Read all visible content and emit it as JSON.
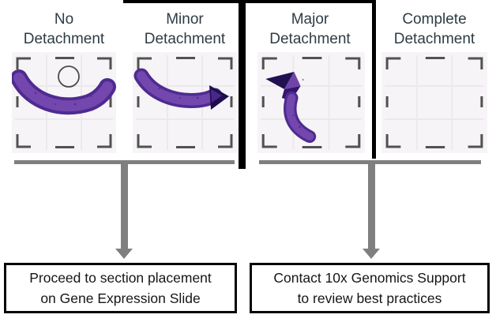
{
  "figure": {
    "type": "tissue-detachment-decision-diagram",
    "categories": [
      {
        "label_line1": "No",
        "label_line2": "Detachment",
        "slide_illustration": "intact-tissue-section-with-annotation-circle"
      },
      {
        "label_line1": "Minor",
        "label_line2": "Detachment",
        "slide_illustration": "tissue-section-with-folded-edge"
      },
      {
        "label_line1": "Major",
        "label_line2": "Detachment",
        "slide_illustration": "crumpled-partially-detached-tissue-section"
      },
      {
        "label_line1": "Complete",
        "label_line2": "Detachment",
        "slide_illustration": "empty-capture-area-no-tissue"
      }
    ],
    "outcomes": [
      {
        "line1": "Proceed to section placement",
        "line2": "on Gene Expression Slide"
      },
      {
        "line1": "Contact 10x Genomics Support",
        "line2": "to review best practices"
      }
    ],
    "colors": {
      "background": "#ffffff",
      "label_text": "#2e3c44",
      "connector_line": "#000000",
      "group_line_gray": "#7f7f7f",
      "arrow_gray": "#7f7f7f",
      "outcome_border": "#000000",
      "outcome_text": "#161616",
      "tissue_purple": "#6d44a8",
      "tissue_dark_fold": "#221053",
      "slide_background": "#f7f4f7",
      "slide_marks": "#2f2f2f"
    }
  }
}
